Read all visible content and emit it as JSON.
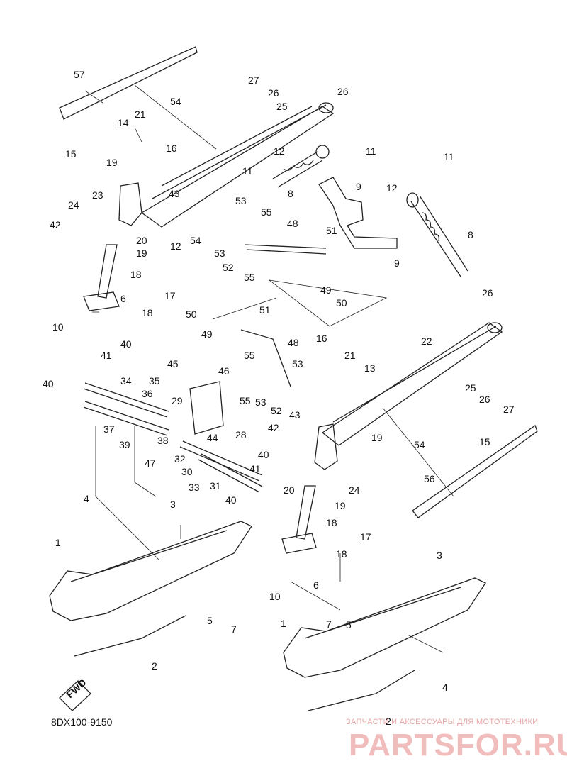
{
  "diagram": {
    "code": "8DX100-9150",
    "fwd_label": "FWD",
    "watermark_tagline": "ЗАПЧАСТИ И АКСЕССУАРЫ ДЛЯ МОТОТЕХНИКИ",
    "watermark_logo": "PARTSFOR.RU",
    "part_numbers": [
      "1",
      "2",
      "3",
      "4",
      "5",
      "6",
      "7",
      "8",
      "9",
      "10",
      "11",
      "12",
      "13",
      "14",
      "15",
      "16",
      "17",
      "18",
      "19",
      "20",
      "21",
      "22",
      "23",
      "24",
      "25",
      "26",
      "27",
      "28",
      "29",
      "30",
      "31",
      "32",
      "33",
      "34",
      "35",
      "36",
      "37",
      "38",
      "39",
      "40",
      "41",
      "42",
      "43",
      "44",
      "45",
      "46",
      "47",
      "48",
      "49",
      "50",
      "51",
      "52",
      "53",
      "54",
      "55",
      "56",
      "57"
    ]
  }
}
